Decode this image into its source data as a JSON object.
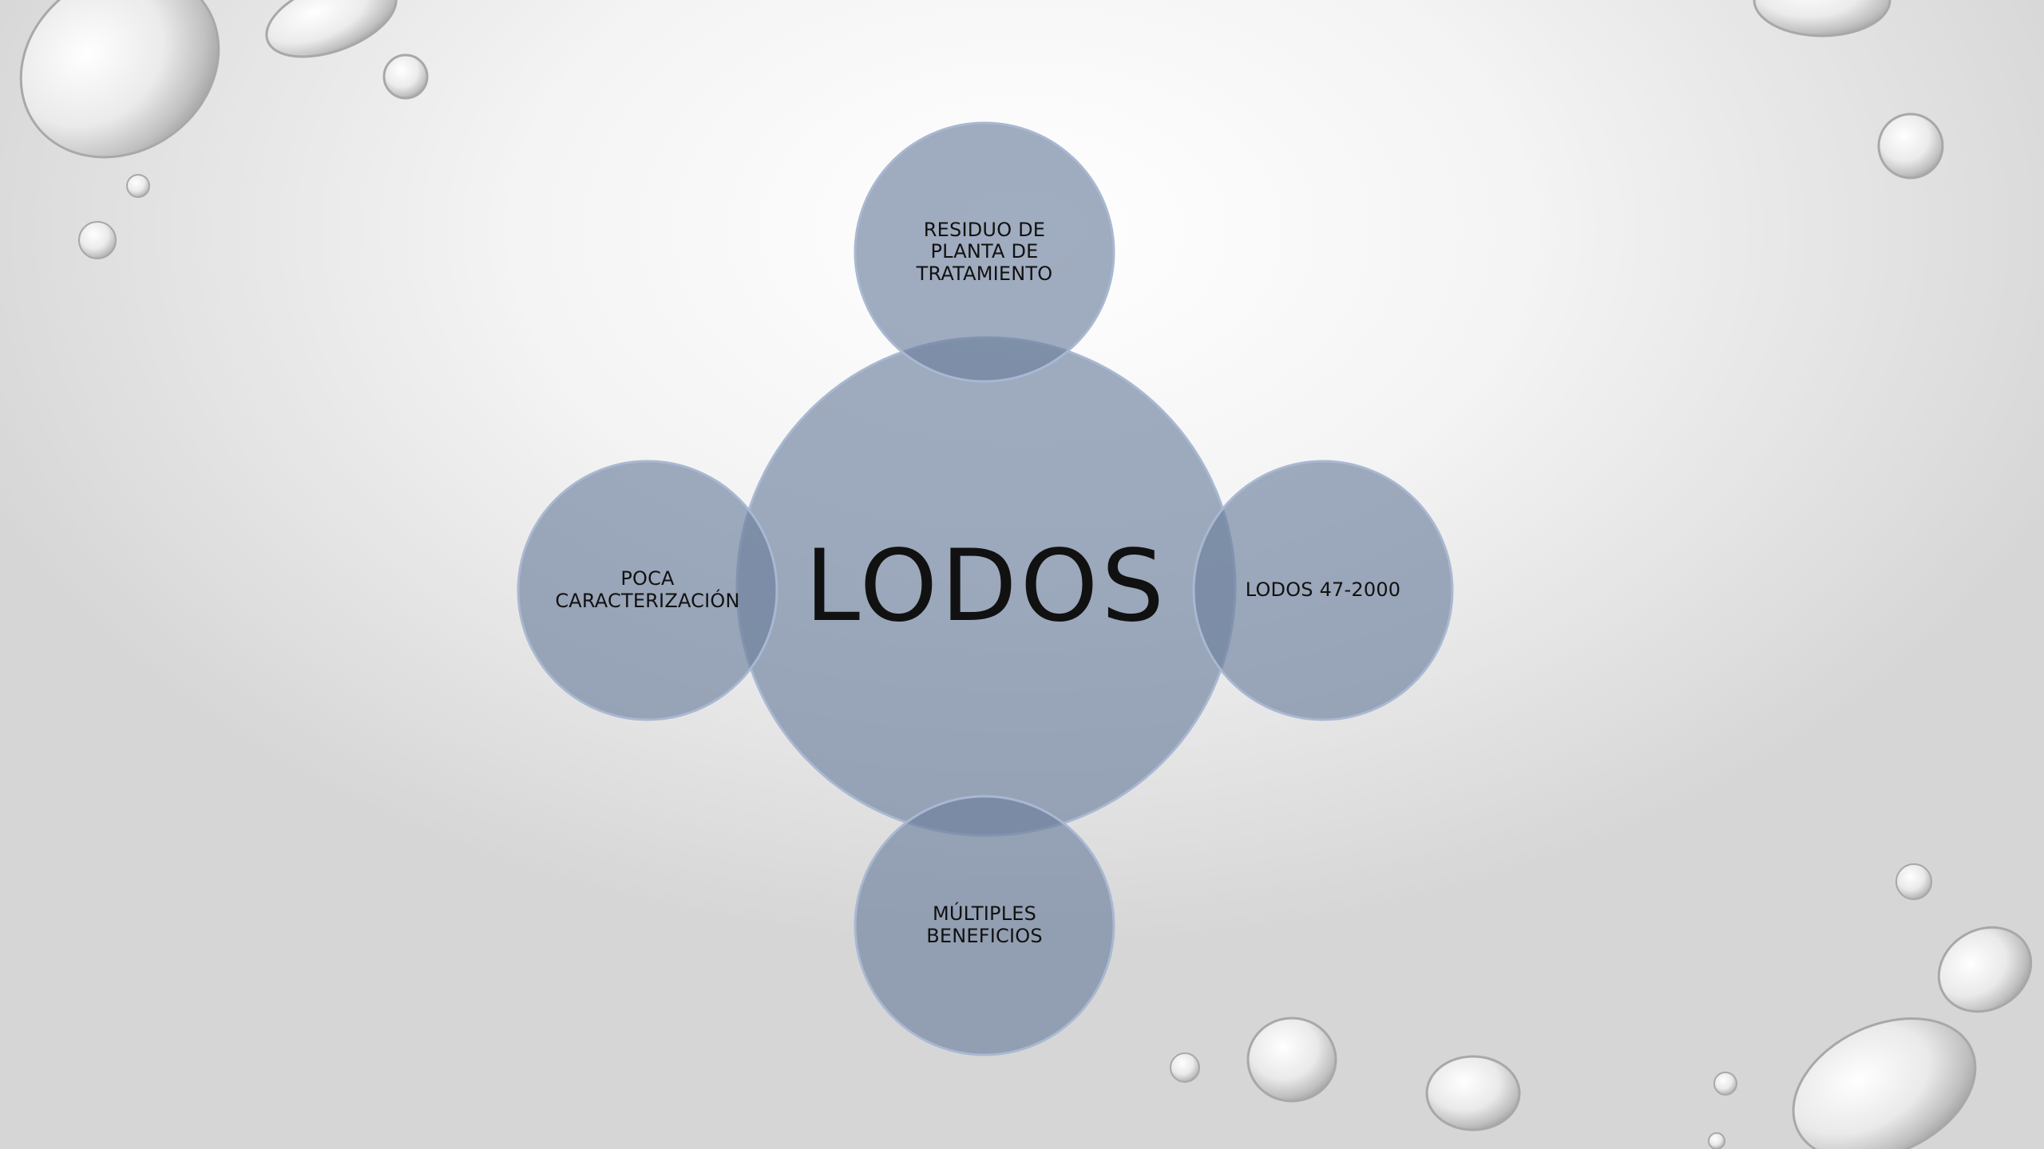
{
  "slide": {
    "colors": {
      "circle_fill": "#6d7f9c",
      "circle_stroke": "#a9b8d2",
      "text": "#111111"
    }
  },
  "diagram": {
    "center": {
      "label": "LODOS"
    },
    "nodes": [
      {
        "id": "top",
        "label": "RESIDUO DE\nPLANTA DE\nTRATAMIENTO"
      },
      {
        "id": "right",
        "label": "LODOS 47-2000"
      },
      {
        "id": "bottom",
        "label": "MÚLTIPLES\nBENEFICIOS"
      },
      {
        "id": "left",
        "label": "POCA\nCARACTERIZACIÓN"
      }
    ]
  }
}
